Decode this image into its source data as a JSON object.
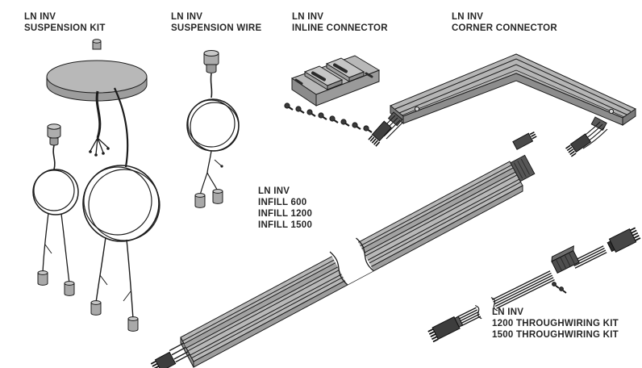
{
  "colors": {
    "background": "#ffffff",
    "line": "#1c1c1c",
    "metal_light": "#b8b8b8",
    "metal_mid": "#9d9d9d",
    "metal_dark": "#8d8d8d",
    "plug_dark": "#3d3d3d",
    "label_text": "#262626"
  },
  "products": [
    {
      "id": "suspension-kit",
      "label_lines": [
        "LN INV",
        "SUSPENSION KIT"
      ]
    },
    {
      "id": "suspension-wire",
      "label_lines": [
        "LN INV",
        "SUSPENSION WIRE"
      ]
    },
    {
      "id": "inline-connector",
      "label_lines": [
        "LN INV",
        "INLINE CONNECTOR"
      ]
    },
    {
      "id": "corner-connector",
      "label_lines": [
        "LN INV",
        "CORNER CONNECTOR"
      ]
    },
    {
      "id": "infill",
      "label_lines": [
        "LN INV",
        "INFILL 600",
        "INFILL 1200",
        "INFILL 1500"
      ]
    },
    {
      "id": "throughwiring-kit",
      "label_lines": [
        "LN INV",
        "1200 THROUGHWIRING KIT",
        "1500 THROUGHWIRING KIT"
      ]
    }
  ]
}
